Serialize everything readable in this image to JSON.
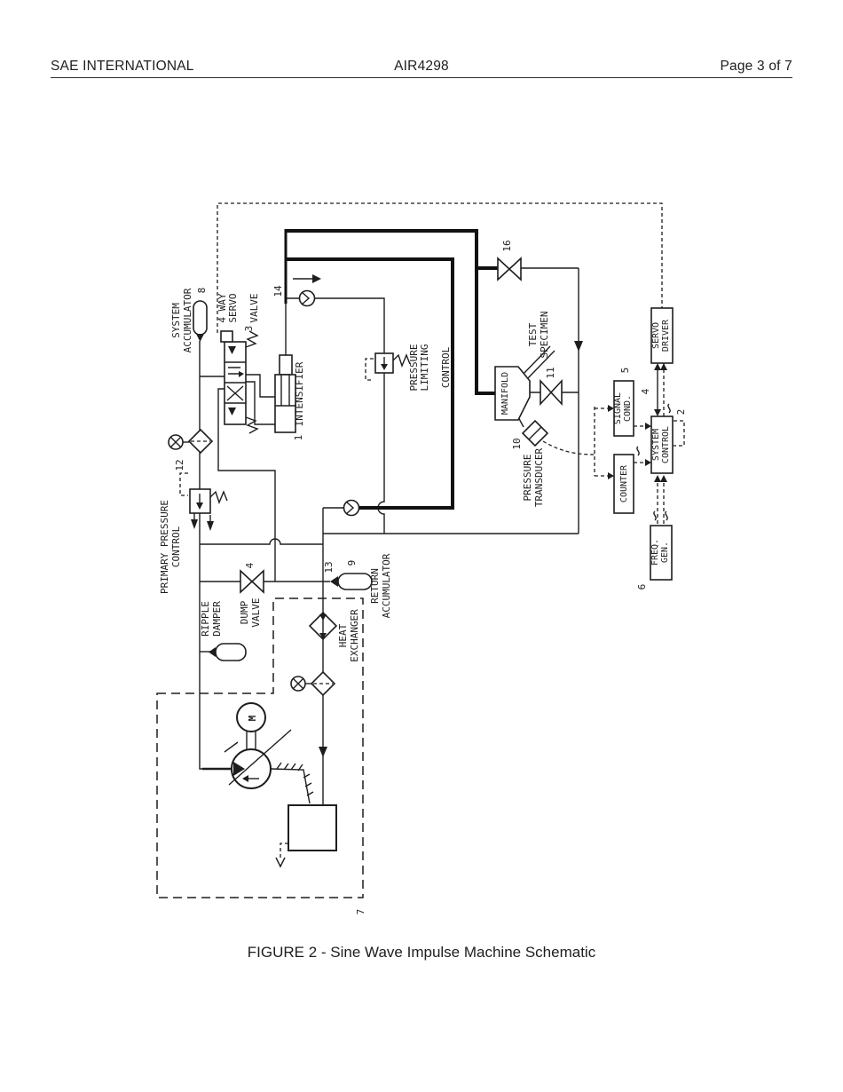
{
  "header": {
    "left": "SAE INTERNATIONAL",
    "center": "AIR4298",
    "right": "Page 3 of 7"
  },
  "caption": "FIGURE 2 - Sine Wave Impulse Machine Schematic",
  "labels": {
    "system_accumulator": [
      "SYSTEM",
      "ACCUMULATOR"
    ],
    "servo_valve": [
      "4 WAY",
      "SERVO",
      "VALVE"
    ],
    "intensifier": [
      "INTENSIFIER"
    ],
    "pressure_limiting": [
      "PRESSURE",
      "LIMITING",
      "CONTROL"
    ],
    "primary_pressure": [
      "PRIMARY PRESSURE",
      "CONTROL"
    ],
    "test_specimen": [
      "TEST",
      "SPECIMEN"
    ],
    "manifold": [
      "MANIFOLD"
    ],
    "pressure_transducer": [
      "PRESSURE",
      "TRANSDUCER"
    ],
    "servo_driver": [
      "SERVO",
      "DRIVER"
    ],
    "signal_cond": [
      "SIGNAL",
      "COND."
    ],
    "system_control": [
      "SYSTEM",
      "CONTROL"
    ],
    "counter": [
      "COUNTER"
    ],
    "freq_gen": [
      "FREQ.",
      "GEN."
    ],
    "dump_valve": [
      "DUMP",
      "VALVE"
    ],
    "ripple_damper": [
      "RIPPLE",
      "DAMPER"
    ],
    "return_accumulator": [
      "RETURN",
      "ACCUMULATOR"
    ],
    "heat_exchanger": [
      "HEAT",
      "EXCHANGER"
    ],
    "motor": [
      "M"
    ]
  },
  "refs": {
    "intensifier": "1",
    "system_control": "2",
    "servo_valve": "3",
    "dump_valve": "4",
    "servo_line": "4",
    "signal_cond": "5",
    "freq_gen": "6",
    "power_unit": "7",
    "system_accumulator": "8",
    "return_accumulator": "9",
    "transducer": "10",
    "manifold_valve": "11",
    "primary_pressure": "12",
    "return_line": "13",
    "check_valve": "14",
    "impulse_valve": "16"
  },
  "colors": {
    "ink": "#1e1e1e",
    "paper": "#ffffff"
  }
}
